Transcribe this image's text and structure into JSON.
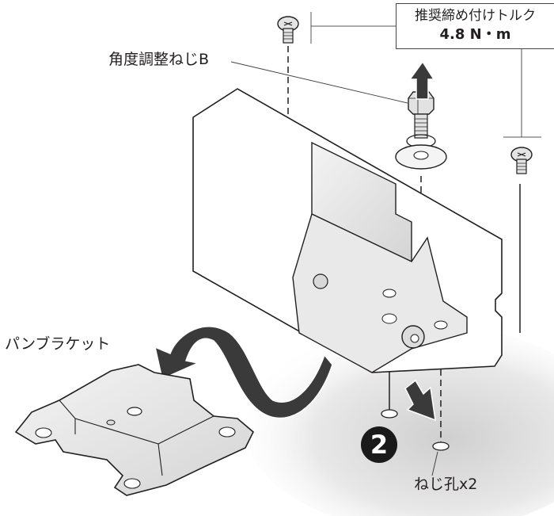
{
  "torque_callout": {
    "title": "推奨締め付けトルク",
    "value": "4.8 N・m"
  },
  "labels": {
    "angle_screw": "角度調整ねじB",
    "pan_bracket": "パンブラケット",
    "screw_holes": "ねじ孔x2"
  },
  "step": {
    "number": "2"
  },
  "colors": {
    "line": "#231f20",
    "arrow": "#3a3a3a",
    "metal_fill": "#e6e6e6",
    "shadow": "#d9d9d9",
    "badge": "#1a1a1a"
  },
  "icons": [
    "phillips-screw-icon",
    "hex-bolt-icon",
    "washer-icon",
    "up-arrow-icon",
    "down-arrow-icon",
    "curved-arrow-icon"
  ]
}
